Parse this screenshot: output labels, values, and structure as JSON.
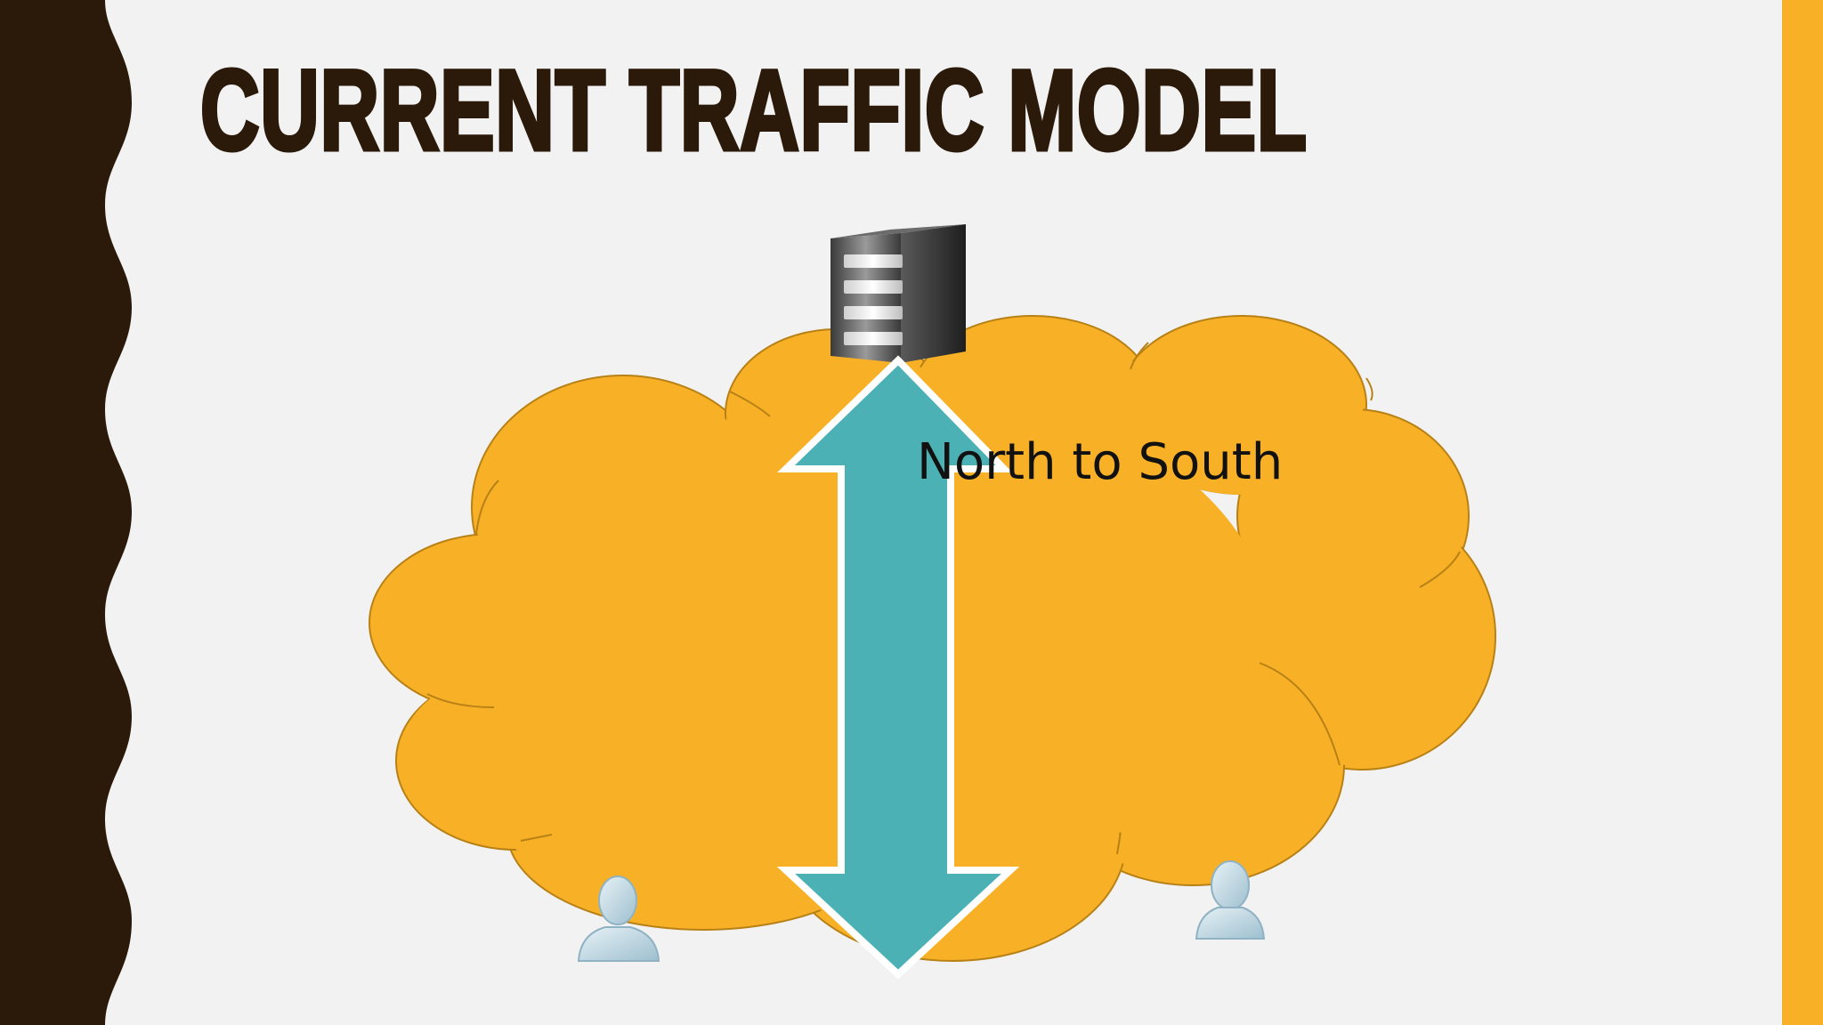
{
  "slide": {
    "title": "CURRENT TRAFFIC MODEL",
    "arrow_label": "North to South"
  },
  "colors": {
    "background": "#f2f2f2",
    "left_band": "#2b1a0a",
    "right_band": "#f8b126",
    "cloud_fill": "#f8b126",
    "cloud_stroke": "#b88116",
    "arrow_fill": "#4bb1b4",
    "arrow_stroke": "#ffffff",
    "title_text": "#2b1a0a"
  },
  "icons": {
    "server": "server-icon",
    "user_left": "user-icon",
    "user_right": "user-icon",
    "cloud": "cloud-shape",
    "arrow": "double-arrow"
  }
}
